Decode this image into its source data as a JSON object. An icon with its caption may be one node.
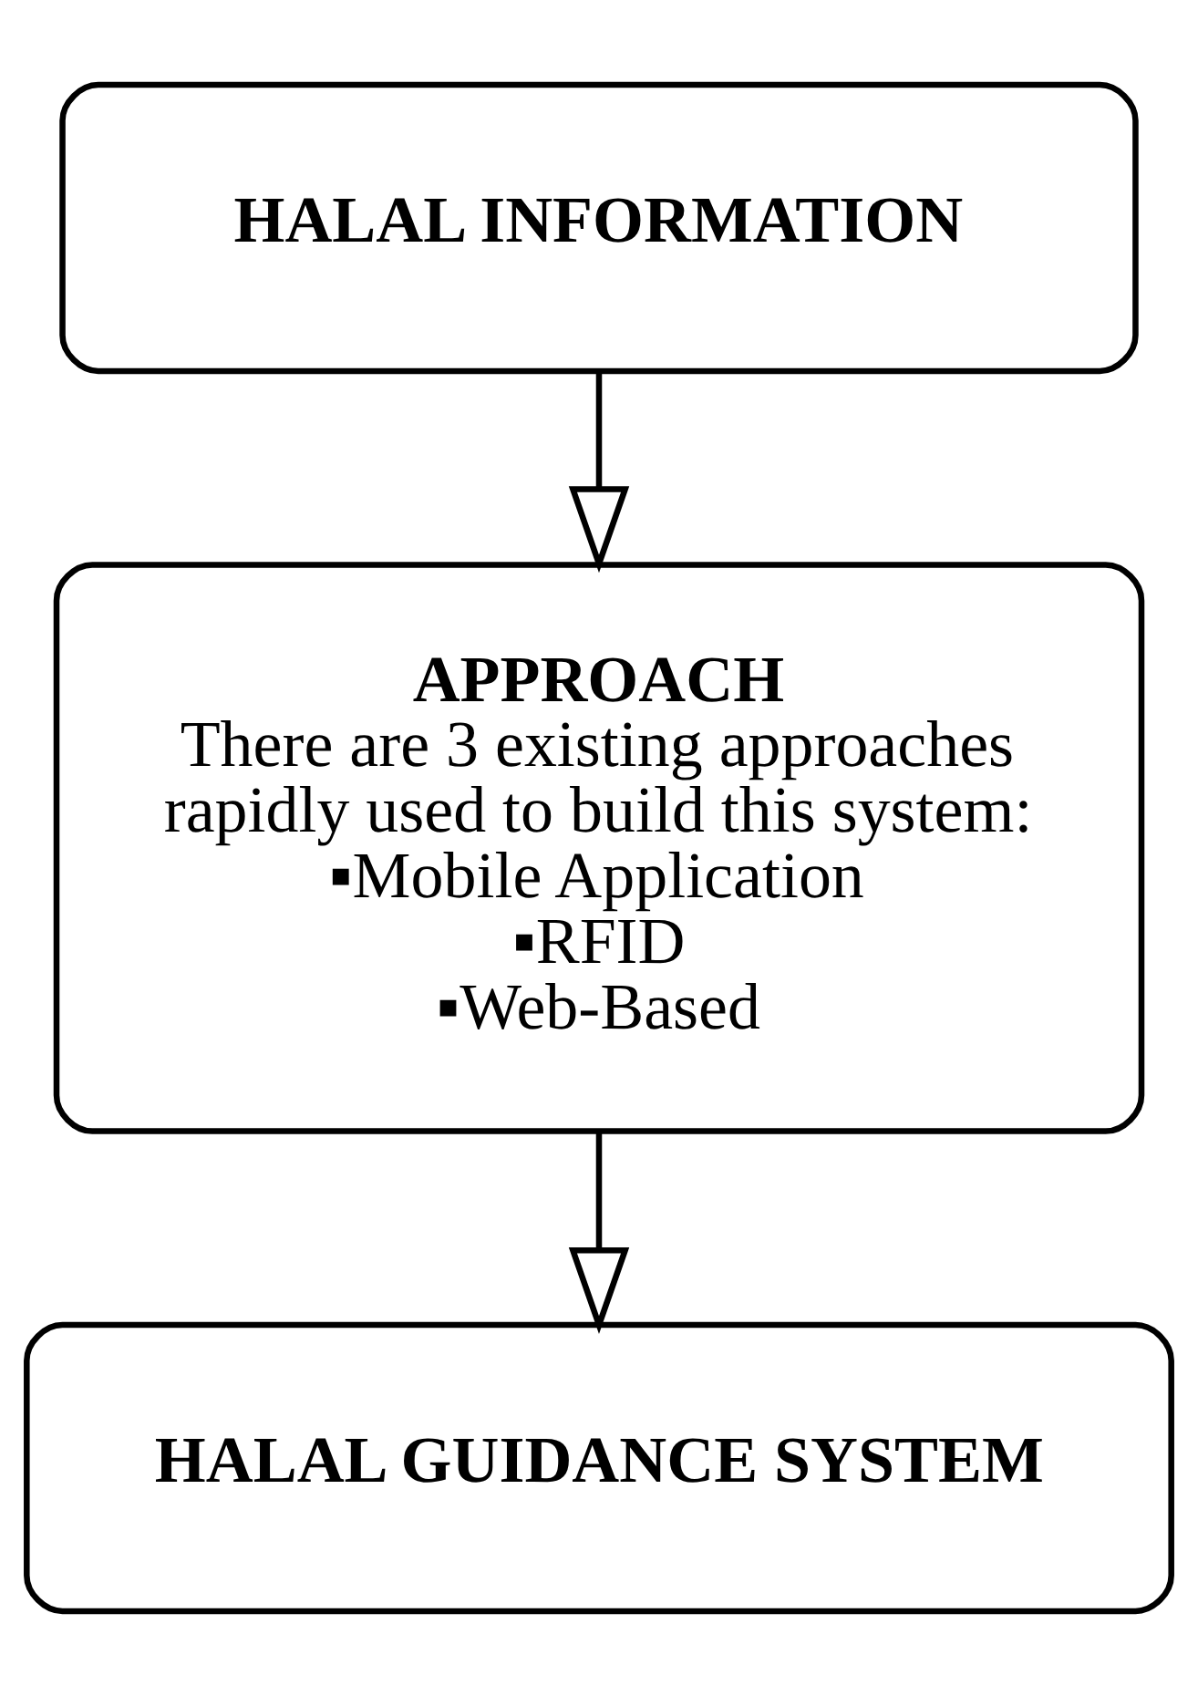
{
  "diagram": {
    "nodes": [
      {
        "text": [
          "HALAL INFORMATION"
        ]
      },
      {
        "text": [
          "APPROACH",
          "There are 3 existing approaches rapidly used to build this system:",
          "▪Mobile Application",
          "▪RFID",
          "▪Web-Based"
        ]
      },
      {
        "text": [
          "HALAL GUIDANCE SYSTEM"
        ]
      }
    ],
    "edges": [
      {
        "from": 0,
        "to": 1,
        "arrow": "to"
      },
      {
        "from": 1,
        "to": 2,
        "arrow": "to"
      }
    ]
  }
}
